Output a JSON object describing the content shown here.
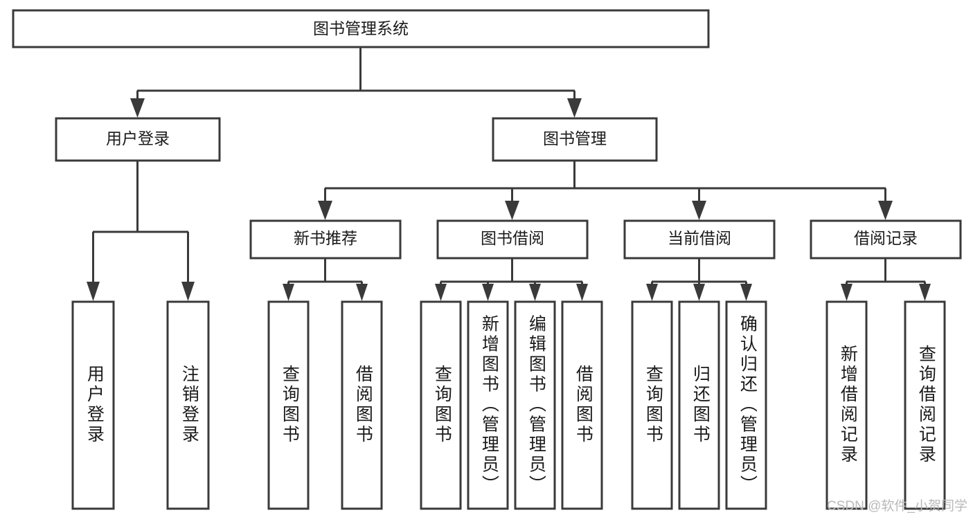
{
  "diagram": {
    "title": "图书管理系统",
    "type": "tree-hierarchy-diagram",
    "colors": {
      "stroke": "#3a3a3a",
      "fill": "#ffffff",
      "text": "#1a1a1a",
      "watermark": "#b9b9b9"
    },
    "root": {
      "id": "root",
      "label": "图书管理系统"
    },
    "level2": [
      {
        "id": "user-login",
        "label": "用户登录"
      },
      {
        "id": "book-management",
        "label": "图书管理"
      }
    ],
    "level3": [
      {
        "id": "new-book-recommend",
        "label": "新书推荐"
      },
      {
        "id": "book-borrow",
        "label": "图书借阅"
      },
      {
        "id": "current-borrow",
        "label": "当前借阅"
      },
      {
        "id": "borrow-record",
        "label": "借阅记录"
      }
    ],
    "leaves": {
      "user_login": [
        {
          "id": "leaf-user-login",
          "label": "用户登录"
        },
        {
          "id": "leaf-logout-login",
          "label": "注销登录"
        }
      ],
      "new_book_recommend": [
        {
          "id": "leaf-query-book-1",
          "label": "查询图书"
        },
        {
          "id": "leaf-borrow-book-1",
          "label": "借阅图书"
        }
      ],
      "book_borrow": [
        {
          "id": "leaf-query-book-2",
          "label": "查询图书"
        },
        {
          "id": "leaf-add-book",
          "label": "新增图书（管理员）"
        },
        {
          "id": "leaf-edit-book",
          "label": "编辑图书（管理员）"
        },
        {
          "id": "leaf-borrow-book-2",
          "label": "借阅图书"
        }
      ],
      "current_borrow": [
        {
          "id": "leaf-query-book-3",
          "label": "查询图书"
        },
        {
          "id": "leaf-return-book",
          "label": "归还图书"
        },
        {
          "id": "leaf-confirm-return",
          "label": "确认归还（管理员）"
        }
      ],
      "borrow_record": [
        {
          "id": "leaf-add-record",
          "label": "新增借阅记录"
        },
        {
          "id": "leaf-query-record",
          "label": "查询借阅记录"
        }
      ]
    }
  },
  "watermark": {
    "text": "CSDN @软件_小贺同学"
  }
}
